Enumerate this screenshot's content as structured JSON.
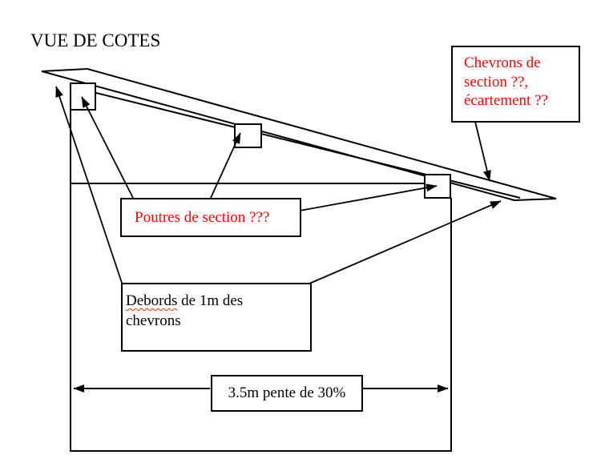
{
  "title": "VUE DE COTES",
  "colors": {
    "annotation_red": "#ff0000",
    "line_black": "#000000",
    "background": "#ffffff"
  },
  "callouts": {
    "chevrons": {
      "lines": [
        "Chevrons de",
        "section ??,",
        "écartement ??"
      ]
    },
    "poutres": {
      "label": "Poutres de section ???"
    },
    "debords": {
      "misspelled_word": "Debords",
      "line1_rest": " de 1m des",
      "line2": "chevrons"
    },
    "dimension": {
      "label": "3.5m pente de 30%"
    }
  }
}
